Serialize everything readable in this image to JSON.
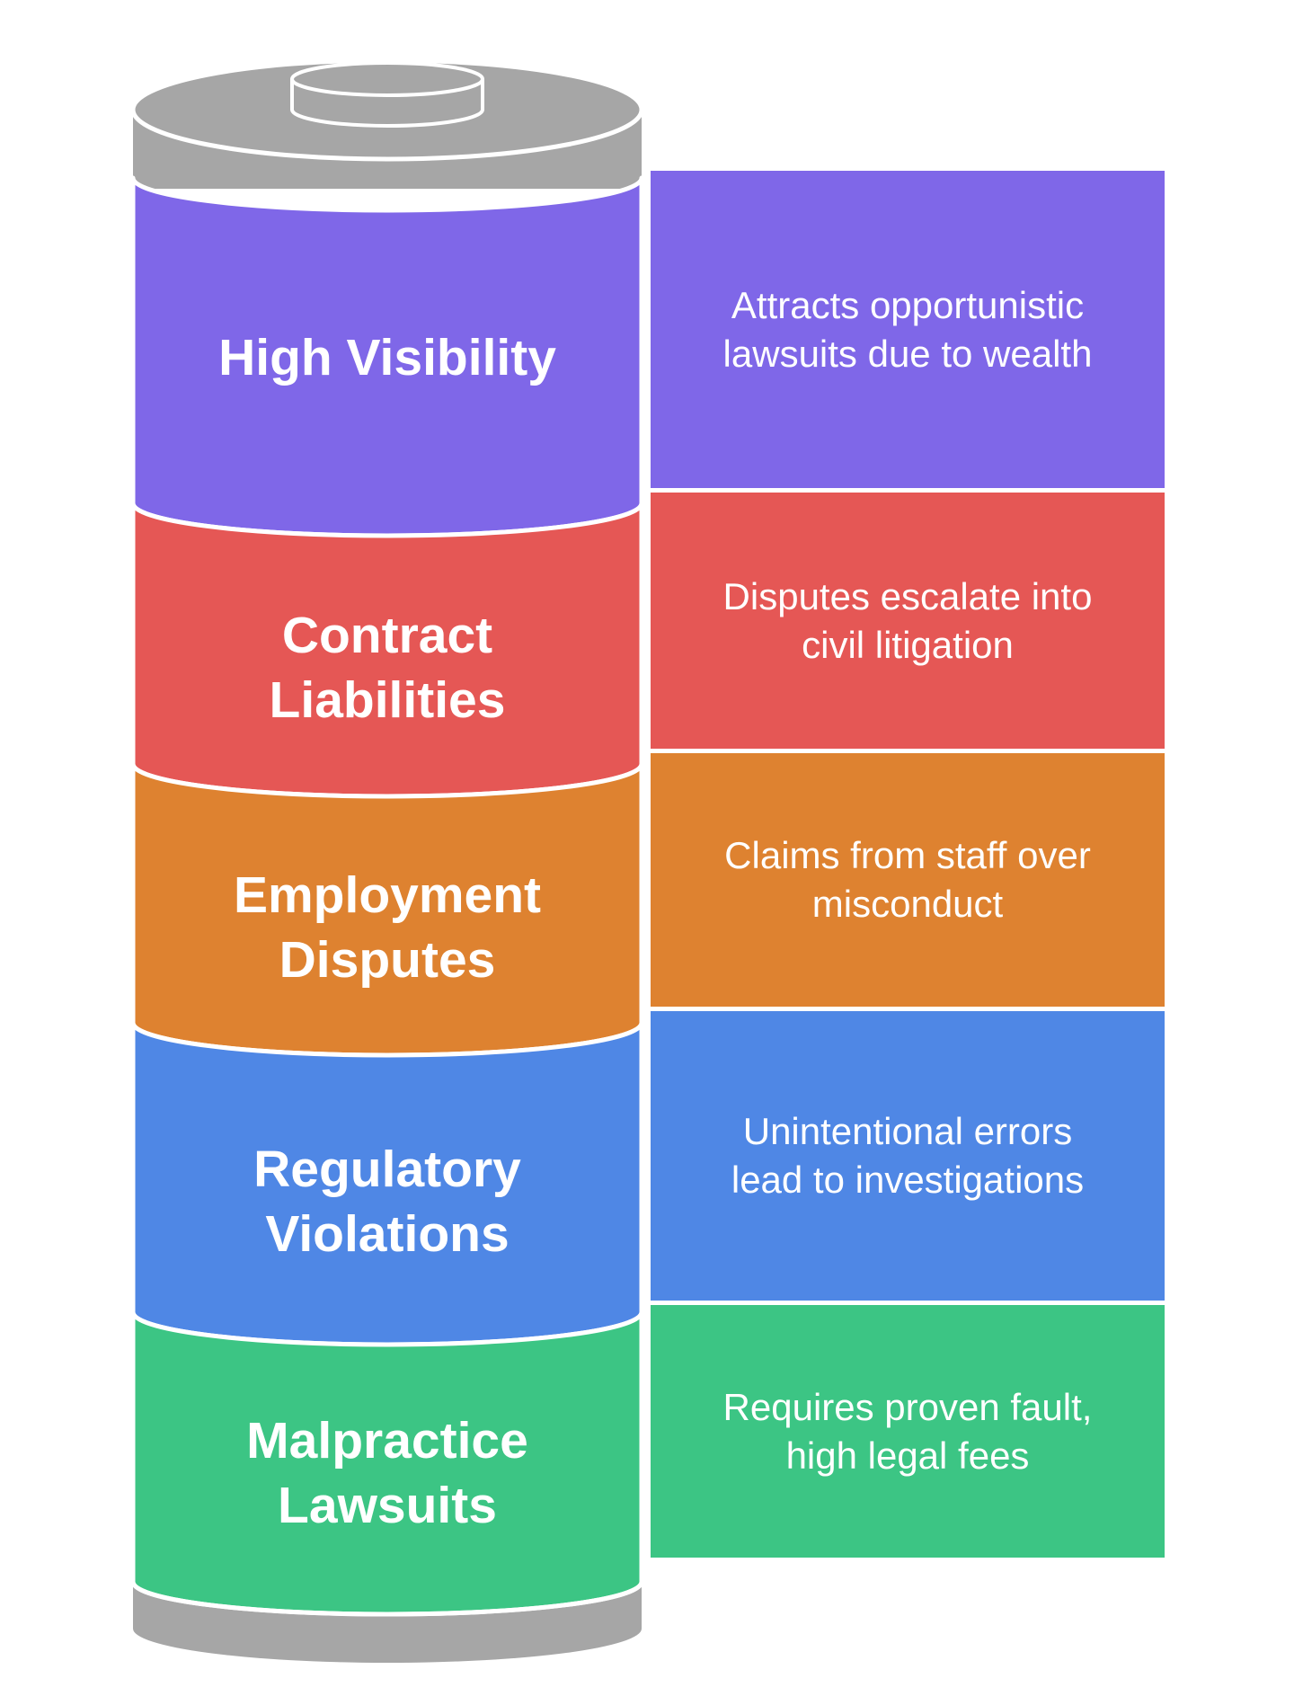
{
  "layers": [
    {
      "label": "High Visibility",
      "description": "Attracts opportunistic lawsuits due to wealth",
      "color": "#7F67E8"
    },
    {
      "label": "Contract Liabilities",
      "description": "Disputes escalate into civil litigation",
      "color": "#E55755"
    },
    {
      "label": "Employment Disputes",
      "description": "Claims from staff over misconduct",
      "color": "#DE8230"
    },
    {
      "label": "Regulatory Violations",
      "description": "Unintentional errors lead to investigations",
      "color": "#4F87E5"
    },
    {
      "label": "Malpractice Lawsuits",
      "description": "Requires proven fault, high legal fees",
      "color": "#3CC584"
    }
  ],
  "battery": {
    "cap_color": "#A6A6A6",
    "outline_color": "#ffffff"
  }
}
